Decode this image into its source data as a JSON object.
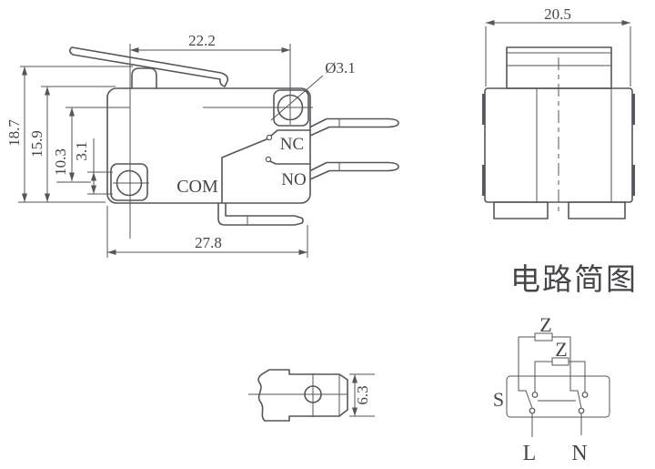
{
  "colors": {
    "line": "#55555b",
    "text": "#45454b",
    "bg": "#ffffff"
  },
  "side_view": {
    "dim_lever_width": "22.2",
    "dim_total_height": "18.7",
    "dim_body_height": "15.9",
    "dim_hole_spacing": "10.3",
    "dim_hole_offset": "3.1",
    "dim_body_width": "27.8",
    "hole_diameter_callout": "Ø3.1",
    "label_nc": "NC",
    "label_no": "NO",
    "label_com": "COM"
  },
  "front_view": {
    "dim_width": "20.5"
  },
  "terminal_detail": {
    "dim_height": "6.3"
  },
  "circuit": {
    "title": "电路简图",
    "impedance_top": "Z",
    "impedance_bottom": "Z",
    "switch_box_label": "S",
    "live_label": "L",
    "neutral_label": "N"
  }
}
